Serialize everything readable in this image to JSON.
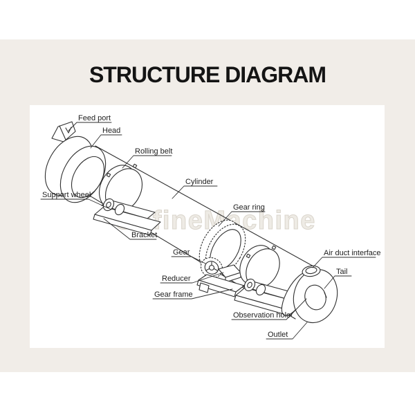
{
  "title": "STRUCTURE DIAGRAM",
  "watermark": "GofineMachine",
  "style": {
    "band_color": "#f1ede8",
    "panel_color": "#ffffff",
    "line_color": "#2e2e2e",
    "title_color": "#141414"
  },
  "diagram": {
    "labels": {
      "feed_port": "Feed port",
      "head": "Head",
      "rolling_belt": "Rolling belt",
      "cylinder": "Cylinder",
      "gear_ring": "Gear ring",
      "support_wheel": "Support wheel",
      "bracket": "Bracket",
      "gear": "Gear",
      "reducer": "Reducer",
      "gear_frame": "Gear frame",
      "air_duct_interface": "Air duct interface",
      "tail": "Tail",
      "observation_hole": "Observation hole",
      "outlet": "Outlet"
    }
  }
}
